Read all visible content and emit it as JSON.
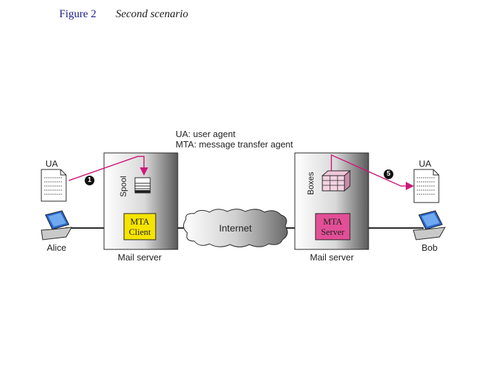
{
  "header": {
    "figure_number": "Figure 2",
    "caption": "Second scenario"
  },
  "legend": {
    "line1": "UA: user agent",
    "line2": "MTA: message transfer agent"
  },
  "left": {
    "ua_label": "UA",
    "user_name": "Alice",
    "step_badge": "1",
    "spool_label": "Spool",
    "mta_label": "MTA\nClient",
    "server_label": "Mail server"
  },
  "center": {
    "network_label": "Internet"
  },
  "right": {
    "ua_label": "UA",
    "user_name": "Bob",
    "step_badge": "5",
    "boxes_label": "Boxes",
    "mta_label": "MTA\nServer",
    "server_label": "Mail server"
  },
  "colors": {
    "arrow": "#cc1a7a",
    "mta_client_fill": "#f5e400",
    "mta_server_fill": "#e24f96",
    "title_blue": "#1a1a8c"
  }
}
